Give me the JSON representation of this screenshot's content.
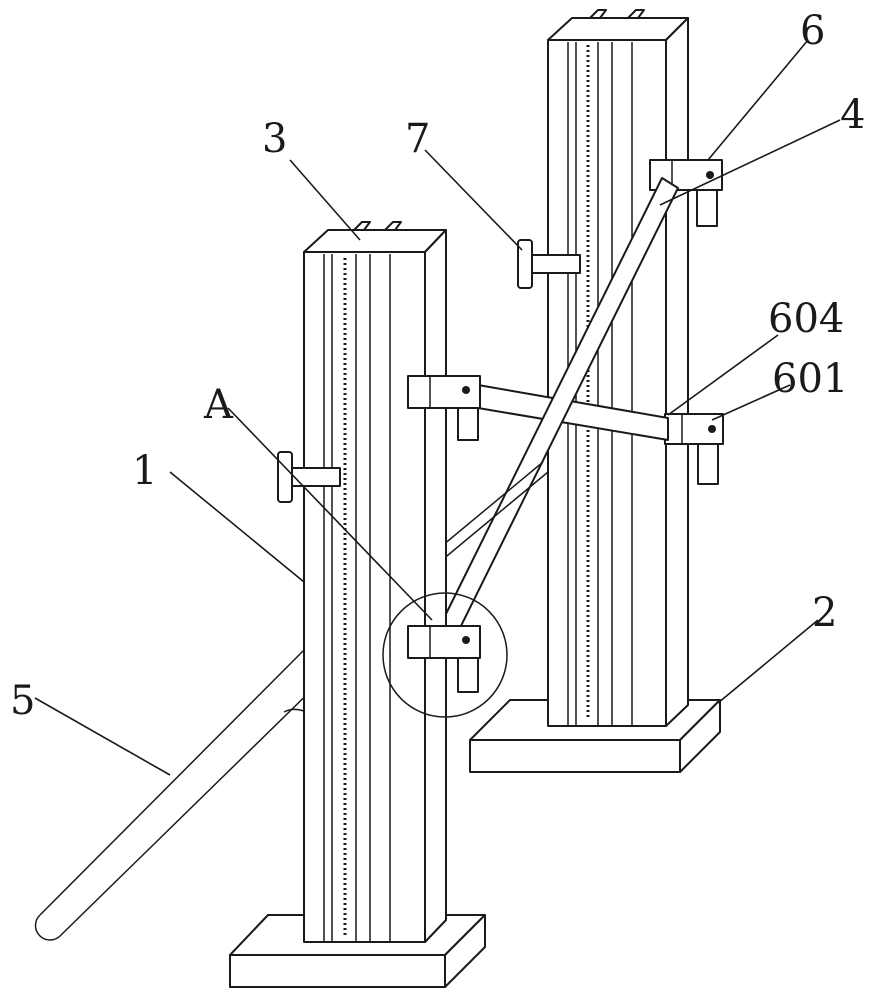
{
  "figure": {
    "labels": {
      "post_1": "1",
      "base_2": "2",
      "slot_3": "3",
      "bar_4": "4",
      "rod_5": "5",
      "clamp_6": "6",
      "knob_7": "7",
      "detail_A": "A",
      "part_604": "604",
      "part_601": "601"
    }
  }
}
